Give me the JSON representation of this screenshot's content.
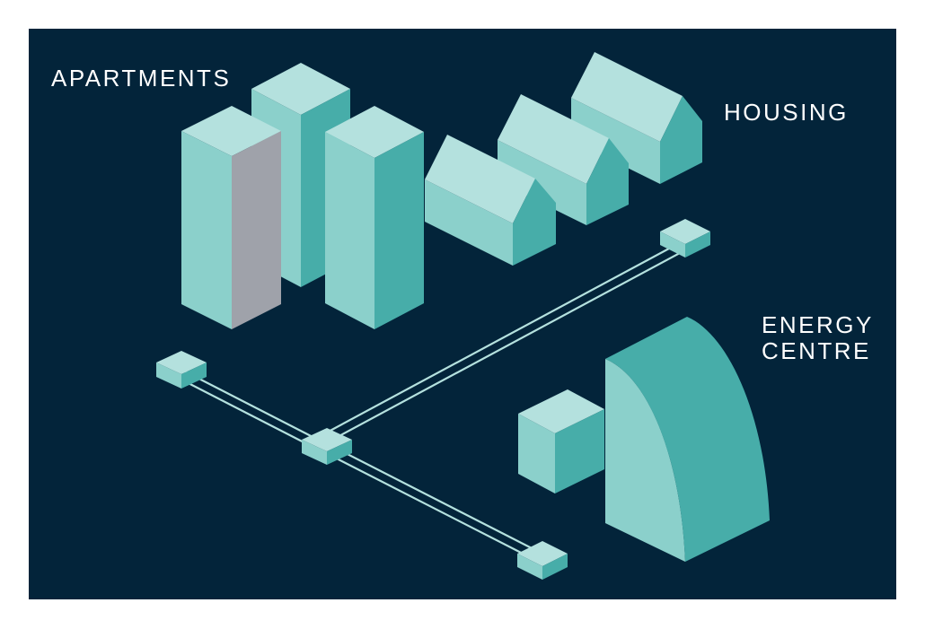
{
  "labels": {
    "apartments": "APARTMENTS",
    "housing": "HOUSING",
    "energy_line1": "ENERGY",
    "energy_line2": "CENTRE"
  },
  "colors": {
    "background": "#03243a",
    "page": "#ffffff",
    "face_front": "#8bd0cb",
    "face_side": "#47ada9",
    "face_top": "#b4e1de",
    "highlight_side": "#9fa2aa",
    "pipe": "#b4e1de",
    "text": "#ffffff"
  }
}
